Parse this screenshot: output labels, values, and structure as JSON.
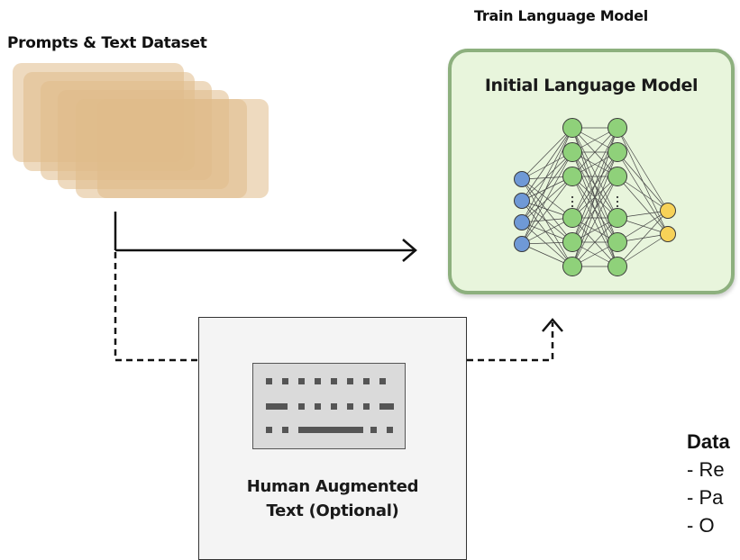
{
  "labels": {
    "prompts_dataset": "Prompts & Text Dataset",
    "train_language_model": "Train Language Model",
    "initial_language_model": "Initial Language Model",
    "human_augmented": "Human Augmented Text (Optional)",
    "human_line1": "Human Augmented",
    "human_line2": "Text (Optional)"
  },
  "data_block": {
    "title": "Data",
    "items": [
      "- Re",
      "- Pa",
      "- O"
    ]
  },
  "neural_net": {
    "layers": [
      {
        "nodes": 4,
        "color": "#6f99d6"
      },
      {
        "nodes": 6,
        "color": "#8fd17a"
      },
      {
        "nodes": 6,
        "color": "#8fd17a"
      },
      {
        "nodes": 2,
        "color": "#f7d258"
      }
    ]
  },
  "colors": {
    "card": "#e0bc8a",
    "model_fill": "#e8f5dc",
    "model_border": "#8db07e"
  }
}
